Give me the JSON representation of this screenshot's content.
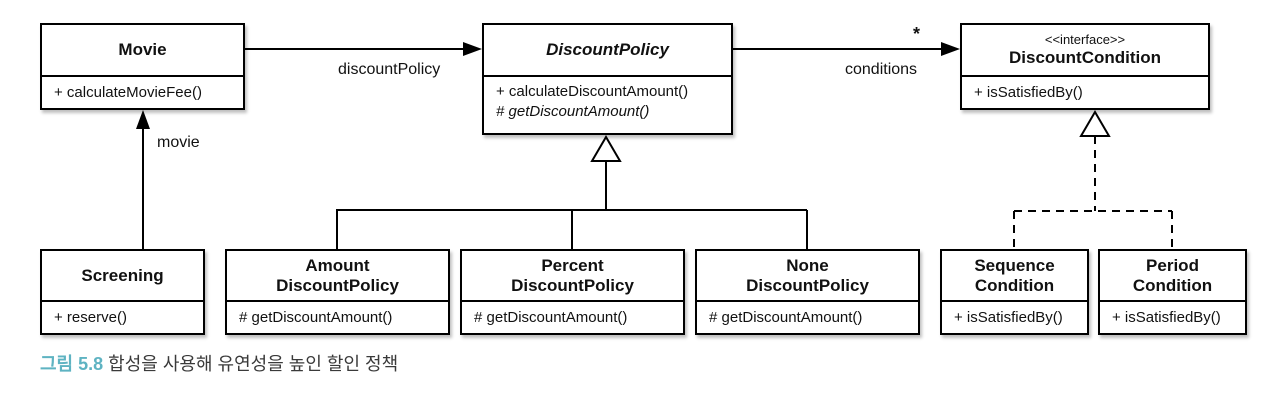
{
  "classes": {
    "movie": {
      "name": "Movie",
      "methods": {
        "m1": "+ calculateMovieFee()"
      }
    },
    "discountPolicy": {
      "name": "DiscountPolicy",
      "methods": {
        "m1": "+ calculateDiscountAmount()",
        "m2": "# getDiscountAmount()"
      }
    },
    "discountCondition": {
      "stereotype": "<<interface>>",
      "name": "DiscountCondition",
      "methods": {
        "m1": "+ isSatisfiedBy()"
      }
    },
    "screening": {
      "name": "Screening",
      "methods": {
        "m1": "+ reserve()"
      }
    },
    "amountDiscountPolicy": {
      "name1": "Amount",
      "name2": "DiscountPolicy",
      "methods": {
        "m1": "# getDiscountAmount()"
      }
    },
    "percentDiscountPolicy": {
      "name1": "Percent",
      "name2": "DiscountPolicy",
      "methods": {
        "m1": "# getDiscountAmount()"
      }
    },
    "noneDiscountPolicy": {
      "name1": "None",
      "name2": "DiscountPolicy",
      "methods": {
        "m1": "# getDiscountAmount()"
      }
    },
    "sequenceCondition": {
      "name1": "Sequence",
      "name2": "Condition",
      "methods": {
        "m1": "+ isSatisfiedBy()"
      }
    },
    "periodCondition": {
      "name1": "Period",
      "name2": "Condition",
      "methods": {
        "m1": "+ isSatisfiedBy()"
      }
    }
  },
  "labels": {
    "movie_to_policy": "discountPolicy",
    "policy_to_condition": "conditions",
    "policy_to_condition_multiplicity": "*",
    "screening_to_movie": "movie"
  },
  "caption": {
    "prefix": "그림 5.8",
    "text": "합성을 사용해 유연성을 높인 할인 정책"
  },
  "colors": {
    "caption_accent": "#5eb3c2",
    "line": "#000000"
  }
}
